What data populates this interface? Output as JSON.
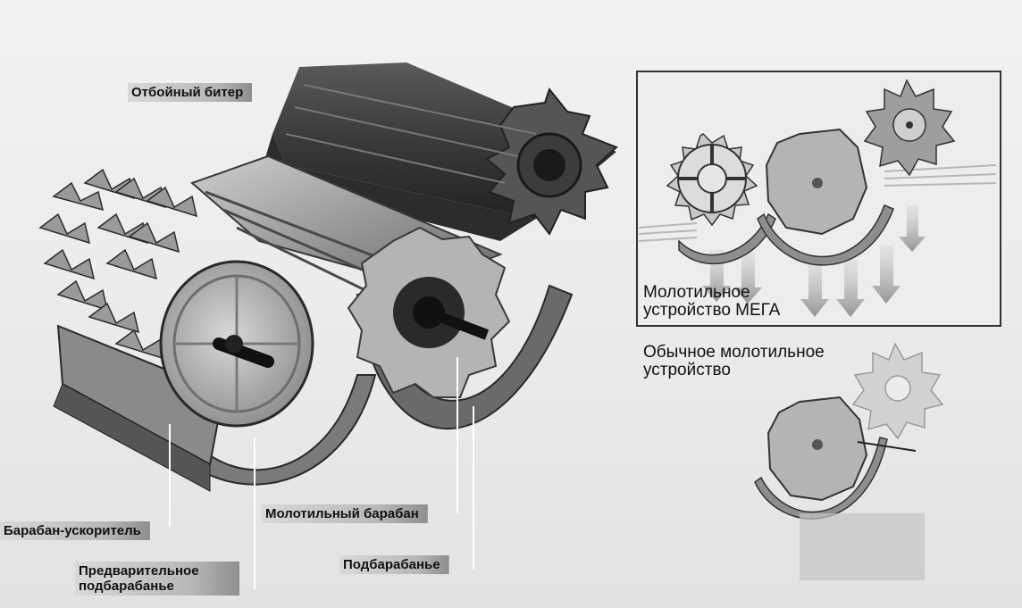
{
  "labels": {
    "beater": "Отбойный битер",
    "accelerator_drum": "Барабан-ускоритель",
    "threshing_drum": "Молотильный барабан",
    "pre_concave_line1": "Предварительное",
    "pre_concave_line2": "подбарабанье",
    "concave": "Подбарабанье"
  },
  "inset": {
    "mega_line1": "Молотильное",
    "mega_line2": "устройство МЕГА",
    "conventional_line1": "Обычное молотильное",
    "conventional_line2": "устройство"
  }
}
